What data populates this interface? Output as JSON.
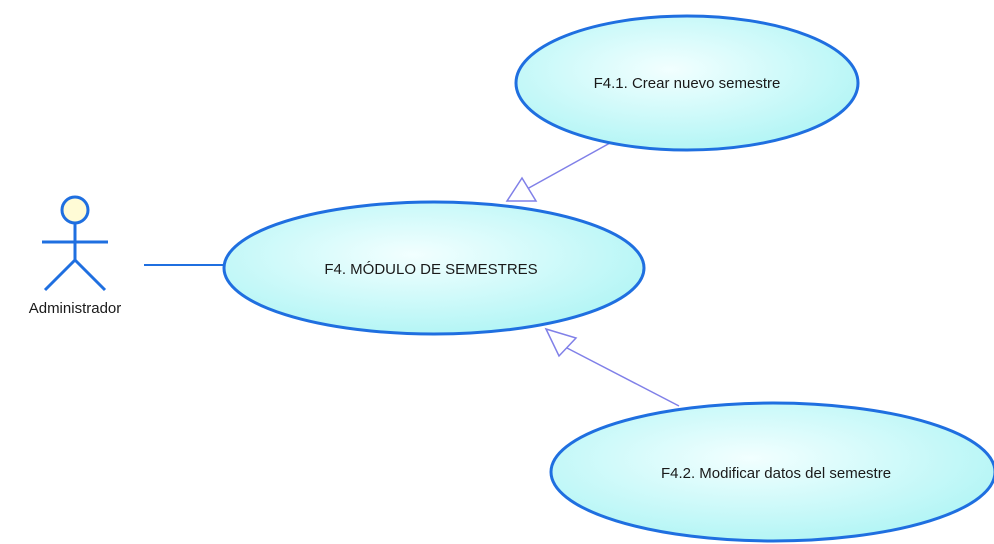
{
  "diagram": {
    "actor": {
      "name": "Administrador",
      "head_fill": "#fffbd6",
      "stroke": "#1f6fe0"
    },
    "use_cases": {
      "main": {
        "label": "F4. MÓDULO DE SEMESTRES"
      },
      "create": {
        "label": "F4.1. Crear nuevo semestre"
      },
      "modify": {
        "label": "F4.2. Modificar datos del semestre"
      }
    },
    "colors": {
      "ellipse_fill_light": "#f2ffff",
      "ellipse_fill_dark": "#aaf4f4",
      "ellipse_stroke": "#1f6fe0",
      "association": "#1f6fe0",
      "generalization": "#8080e8"
    }
  }
}
